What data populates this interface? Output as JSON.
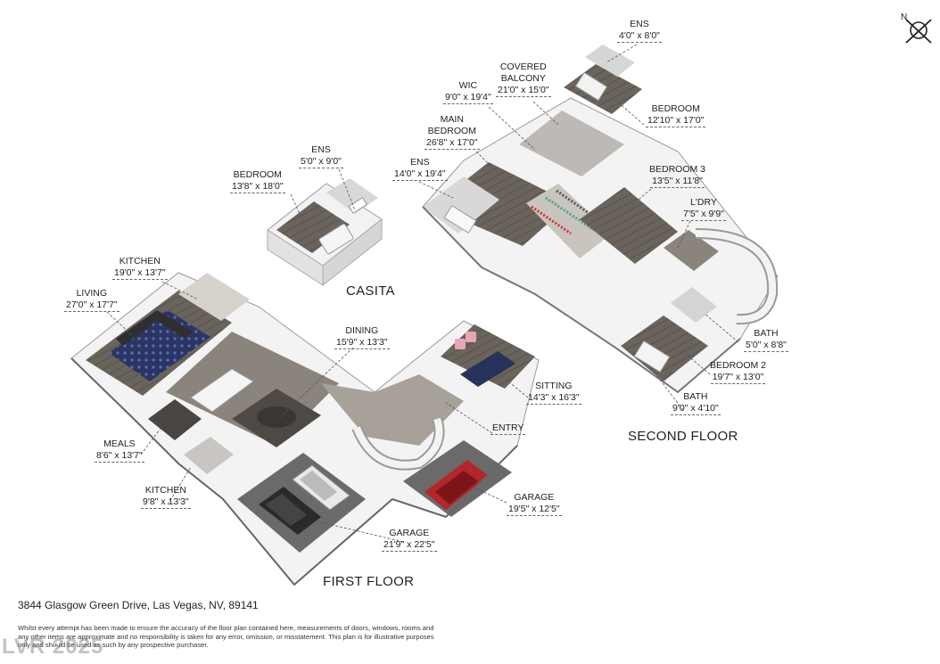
{
  "compass": {
    "north_label": "N",
    "icon": "compass-icon"
  },
  "floors": {
    "casita": "CASITA",
    "second": "SECOND FLOOR",
    "first": "FIRST FLOOR"
  },
  "rooms": {
    "casita_ens": {
      "name": "ENS",
      "dims": "5'0\" x 9'0\""
    },
    "casita_bedroom": {
      "name": "BEDROOM",
      "dims": "13'8\" x 18'0\""
    },
    "ens_top": {
      "name": "ENS",
      "dims": "4'0\" x 8'0\""
    },
    "covered_balcony": {
      "name1": "COVERED",
      "name2": "BALCONY",
      "dims": "21'0\" x 15'0\""
    },
    "wic": {
      "name": "WIC",
      "dims": "9'0\" x 19'4\""
    },
    "main_bedroom": {
      "name1": "MAIN",
      "name2": "BEDROOM",
      "dims": "26'8\" x 17'0\""
    },
    "bedroom_tr": {
      "name": "BEDROOM",
      "dims": "12'10\" x 17'0\""
    },
    "ens_main": {
      "name": "ENS",
      "dims": "14'0\" x 19'4\""
    },
    "bedroom3": {
      "name": "BEDROOM 3",
      "dims": "13'5\" x 11'8\""
    },
    "ldry": {
      "name": "L'DRY",
      "dims": "7'5\" x 9'9\""
    },
    "bath1": {
      "name": "BATH",
      "dims": "5'0\" x 8'8\""
    },
    "bedroom2": {
      "name": "BEDROOM 2",
      "dims": "19'7\" x 13'0\""
    },
    "bath2": {
      "name": "BATH",
      "dims": "9'0\" x 4'10\""
    },
    "kitchen_top": {
      "name": "KITCHEN",
      "dims": "19'0\" x 13'7\""
    },
    "living": {
      "name": "LIVING",
      "dims": "27'0\" x 17'7\""
    },
    "dining": {
      "name": "DINING",
      "dims": "15'9\" x 13'3\""
    },
    "sitting": {
      "name": "SITTING",
      "dims": "14'3\" x 16'3\""
    },
    "entry": {
      "name": "ENTRY"
    },
    "meals": {
      "name": "MEALS",
      "dims": "8'6\" x 13'7\""
    },
    "kitchen_bottom": {
      "name": "KITCHEN",
      "dims": "9'8\" x 13'3\""
    },
    "garage_right": {
      "name": "GARAGE",
      "dims": "19'5\" x 12'5\""
    },
    "garage_left": {
      "name": "GARAGE",
      "dims": "21'9\" x 22'5\""
    }
  },
  "address": "3844 Glasgow Green Drive, Las Vegas, NV, 89141",
  "disclaimer": "Whilst every attempt has been made to ensure the accuracy of the floor plan contained here, measurements of doors, windows, rooms and any other items are approximate and no responsibility is taken for any error, omission, or misstatement. This plan is for illustrative purposes only and should be used as such by any prospective purchaser.",
  "watermark": "LVR 2025",
  "colors": {
    "floor_wood": "#5f5a54",
    "floor_light": "#8a847d",
    "floor_dark": "#3d3a37",
    "wall": "#f4f4f4",
    "wall_edge": "#9a9a9a",
    "garage_floor": "#6a6a6a",
    "car_red": "#b3262b",
    "car_black": "#2a2a2a",
    "car_white": "#e9e9e9",
    "chair_pink": "#e7a6b6",
    "sofa_navy": "#27325a",
    "rug_blue": "#3a4d8a"
  }
}
